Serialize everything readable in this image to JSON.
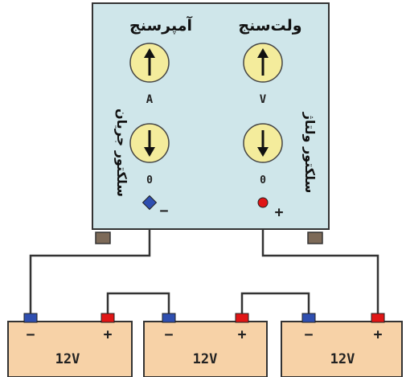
{
  "panel": {
    "ammeter_title": "آمپرسنج",
    "voltmeter_title": "ولت‌سنج",
    "ammeter_unit": "A",
    "voltmeter_unit": "V",
    "current_selector_label": "سلکتور جریان",
    "voltage_selector_label": "سلکتور ولتاژ",
    "current_selector_value": "0",
    "voltage_selector_value": "0",
    "negative_terminal": "−",
    "positive_terminal": "+",
    "knob_up_icon": "arrow-up-icon",
    "knob_down_icon": "arrow-down-icon"
  },
  "batteries": [
    {
      "label": "12V",
      "neg": "−",
      "pos": "+"
    },
    {
      "label": "12V",
      "neg": "−",
      "pos": "+"
    },
    {
      "label": "12V",
      "neg": "−",
      "pos": "+"
    }
  ],
  "colors": {
    "panel_bg": "#cfe6ea",
    "knob": "#f4ec9c",
    "battery": "#f7d2a7",
    "negative": "#2f4fb0",
    "positive": "#e01515",
    "wire": "#333333"
  }
}
